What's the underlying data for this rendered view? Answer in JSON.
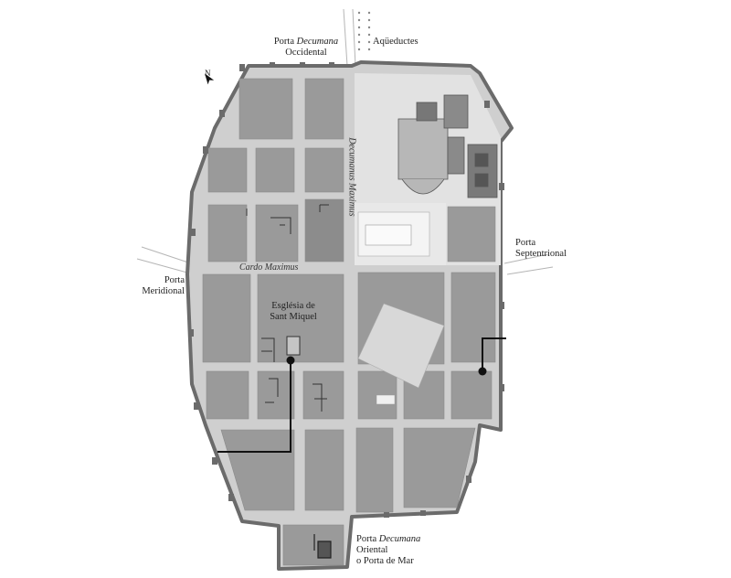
{
  "labels": {
    "porta_decumana_occidental_1": "Porta ",
    "porta_decumana_occidental_em": "Decumana",
    "porta_decumana_occidental_2": "Occidental",
    "aqueductes": "Aqüeductes",
    "porta_septentrional_1": "Porta",
    "porta_septentrional_2": "Septentrional",
    "porta_meridional_1": "Porta",
    "porta_meridional_2": "Meridional",
    "esglesia_1": "Església de",
    "esglesia_2": "Sant Miquel",
    "porta_decumana_oriental_1": "Porta ",
    "porta_decumana_oriental_em": "Decumana",
    "porta_decumana_oriental_2": "Oriental",
    "porta_decumana_oriental_3": "o Porta de Mar"
  },
  "streets": {
    "decumanus": "Decumanus Maximus",
    "cardo": "Cardo Maximus"
  },
  "compass": {
    "letter": "N"
  },
  "colors": {
    "wall": "#6b6b6b",
    "block": "#9a9a9a",
    "street": "#cfcfcf",
    "highlight_area": "#e2e2e2",
    "forum": "#f2f2f2"
  }
}
